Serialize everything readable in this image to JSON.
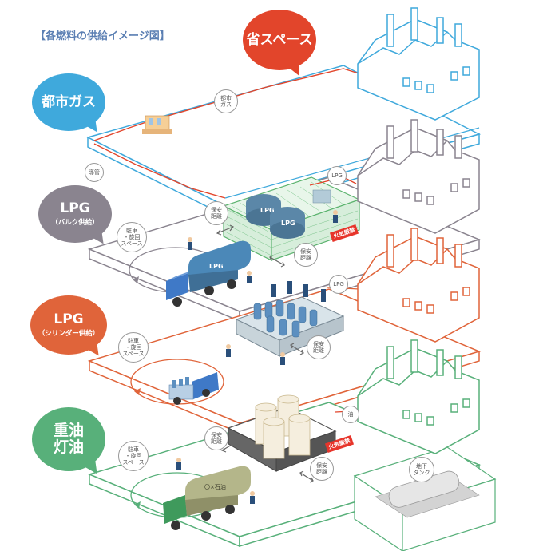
{
  "title": "【各燃料の供給イメージ図】",
  "colors": {
    "gas": "#3fa9dc",
    "gas_pipe": "#e2452b",
    "lpg_bulk": "#8a848f",
    "lpg_cyl": "#e0643a",
    "oil": "#58b07a",
    "save_space": "#e2452b"
  },
  "bubbles": {
    "save_space": "省スペース",
    "city_gas": "都市ガス",
    "lpg_bulk_main": "LPG",
    "lpg_bulk_sub": "（バルク供給）",
    "lpg_cyl_main": "LPG",
    "lpg_cyl_sub": "（シリンダー供給）",
    "oil_line1": "重油",
    "oil_line2": "灯油"
  },
  "labels": {
    "city_gas_tag_line1": "都市",
    "city_gas_tag_line2": "ガス",
    "pipe_tag": "導管",
    "lpg_tag": "LPG",
    "parking_line1": "駐車",
    "parking_line2": "・旋回",
    "parking_line3": "スペース",
    "safety_line1": "保安",
    "safety_line2": "距離",
    "fire_sign": "火気厳禁",
    "truck_text": "LPG",
    "oil_truck_text": "〇×石油",
    "tank_text": "LPG",
    "oil_tag": "油",
    "underground_line1": "地下",
    "underground_line2": "タンク"
  }
}
